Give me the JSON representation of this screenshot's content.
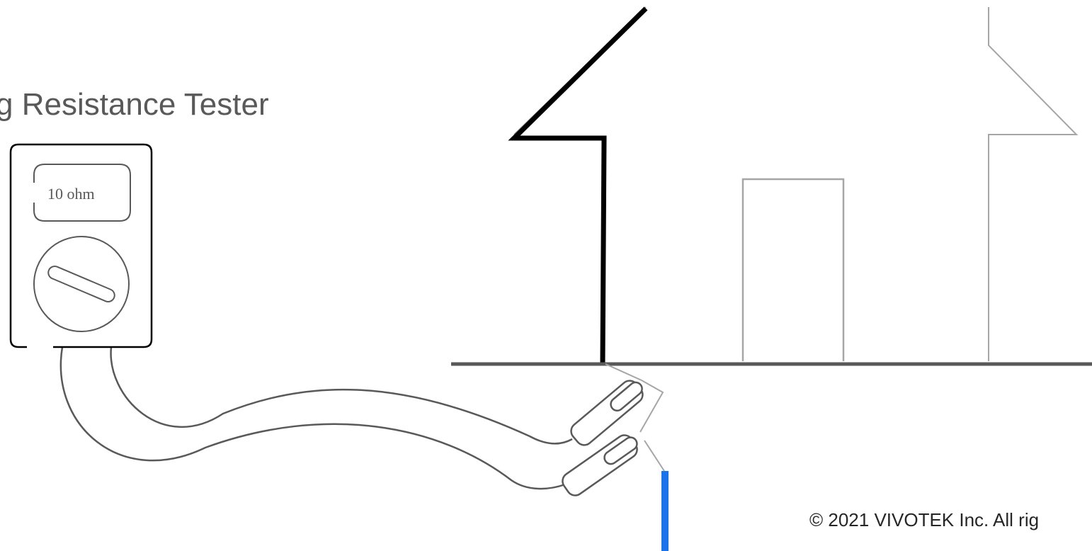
{
  "diagram": {
    "title": "g Resistance Tester",
    "tester": {
      "display_reading": "10 ohm"
    },
    "copyright": "© 2021 VIVOTEK Inc. All rig",
    "colors": {
      "ground_line": "#595959",
      "building_outline": "#a6a6a6",
      "building_highlight": "#000000",
      "cable": "#595959",
      "ground_rod": "#1a73e8",
      "text": "#595959"
    }
  }
}
